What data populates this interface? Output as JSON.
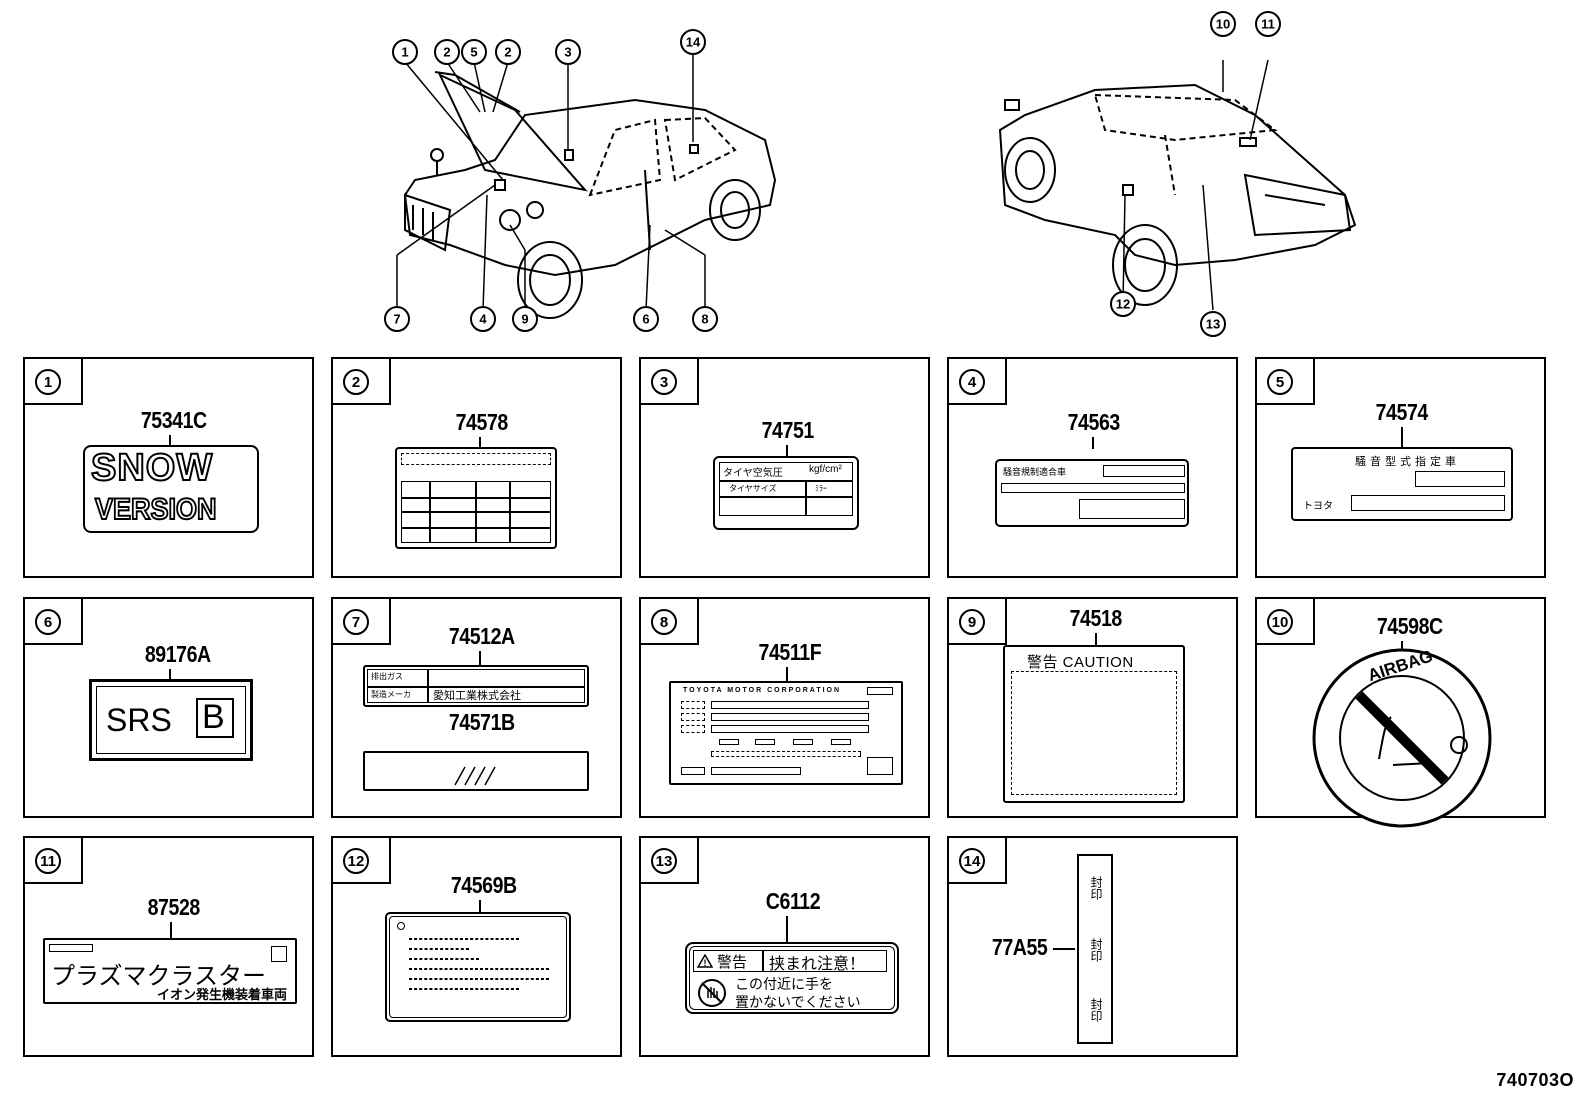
{
  "callouts_top": [
    "1",
    "2",
    "5",
    "2",
    "3",
    "14",
    "10",
    "11"
  ],
  "callouts_bottom": [
    "7",
    "4",
    "9",
    "6",
    "8",
    "12",
    "13"
  ],
  "panels": [
    {
      "num": "1",
      "code": "75341C",
      "text_a": "SNOW",
      "text_b": "VERSION"
    },
    {
      "num": "2",
      "code": "74578"
    },
    {
      "num": "3",
      "code": "74751",
      "text_a": "タイヤ空気圧",
      "text_b": "kgf/cm²",
      "text_c": "タイヤサイズ",
      "text_d": "ﾐﾗｰ"
    },
    {
      "num": "4",
      "code": "74563",
      "text_a": "騒音規制適合車"
    },
    {
      "num": "5",
      "code": "74574",
      "text_a": "騒音型式指定車",
      "text_b": "トヨタ"
    },
    {
      "num": "6",
      "code": "89176A",
      "text_a": "SRS",
      "text_b": "B"
    },
    {
      "num": "7",
      "code": "74512A",
      "code_b": "74571B",
      "text_a": "排出ガス",
      "text_b": "製造メーカ",
      "text_c": "愛知工業株式会社"
    },
    {
      "num": "8",
      "code": "74511F",
      "text_a": "TOYOTA MOTOR CORPORATION"
    },
    {
      "num": "9",
      "code": "74518",
      "text_a": "警告 CAUTION"
    },
    {
      "num": "10",
      "code": "74598C",
      "text_a": "AIRBAG"
    },
    {
      "num": "11",
      "code": "87528",
      "text_a": "プラズマクラスター",
      "text_b": "イオン発生機装着車両"
    },
    {
      "num": "12",
      "code": "74569B"
    },
    {
      "num": "13",
      "code": "C6112",
      "text_a": "警告",
      "text_b": "挟まれ注意！",
      "text_c": "この付近に手を",
      "text_d": "置かないでください"
    },
    {
      "num": "14",
      "code": "77A55",
      "text_a": "封印",
      "text_b": "封印",
      "text_c": "封印"
    }
  ],
  "catalog_code": "740703O"
}
